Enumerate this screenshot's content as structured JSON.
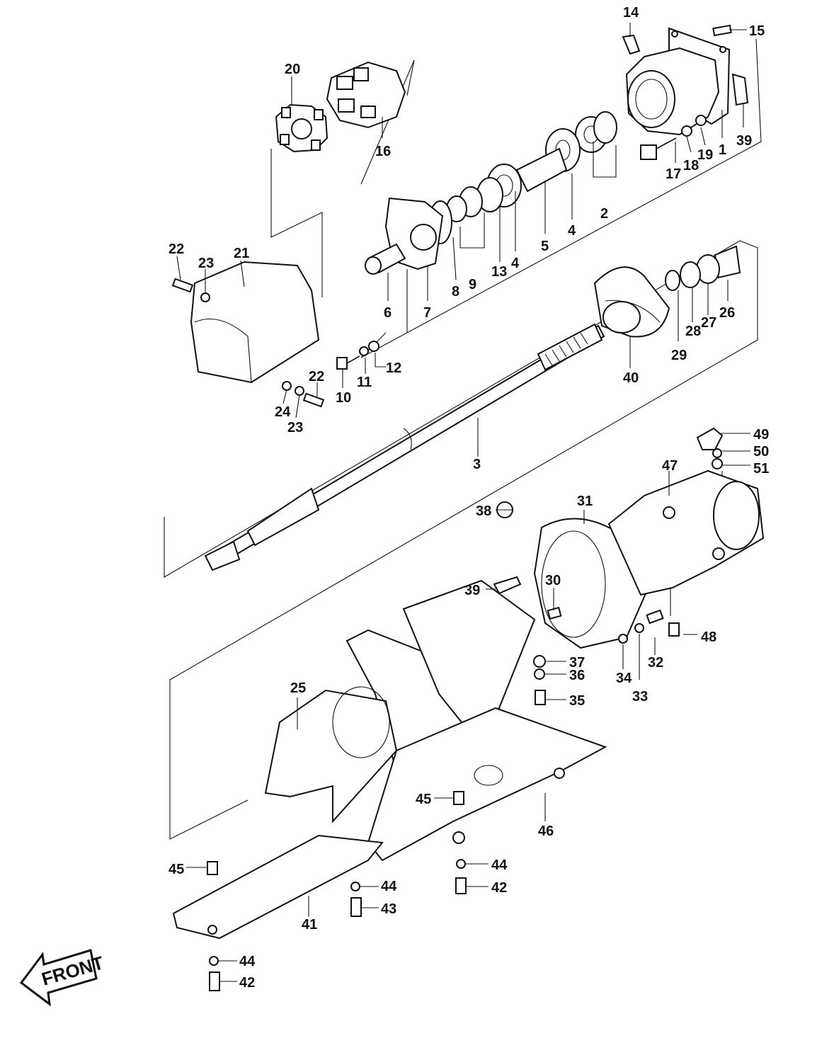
{
  "diagram": {
    "front_label": "FRONT",
    "callouts": [
      "14",
      "15",
      "20",
      "16",
      "1",
      "39",
      "19",
      "18",
      "17",
      "2",
      "4",
      "5",
      "13",
      "4",
      "9",
      "8",
      "7",
      "6",
      "22",
      "23",
      "21",
      "12",
      "11",
      "10",
      "24",
      "23",
      "22",
      "26",
      "27",
      "28",
      "29",
      "40",
      "3",
      "49",
      "50",
      "51",
      "47",
      "31",
      "38",
      "39",
      "30",
      "48",
      "32",
      "33",
      "34",
      "37",
      "36",
      "35",
      "25",
      "45",
      "46",
      "44",
      "42",
      "45",
      "44",
      "43",
      "41",
      "44",
      "42"
    ]
  }
}
